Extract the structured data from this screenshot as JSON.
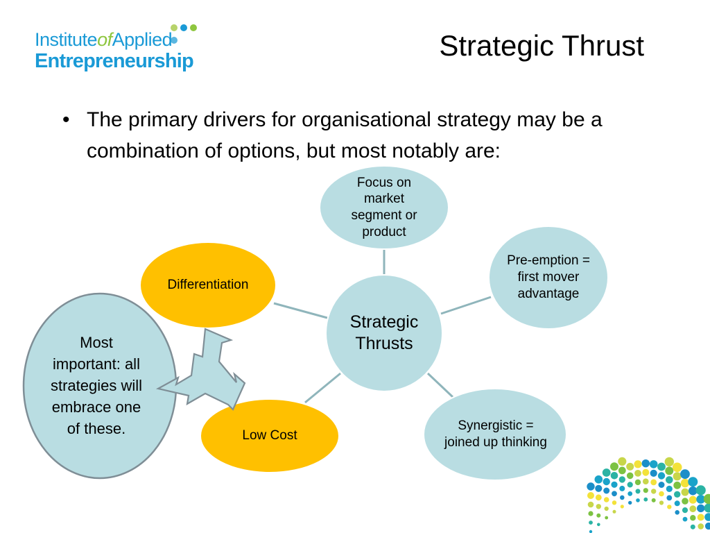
{
  "logo": {
    "line1_a": "Institute",
    "line1_b": "of",
    "line1_c": "Applied",
    "line2": "Entrepreneurship",
    "dot_colors": [
      "#b7d36b",
      "#1a9ad6",
      "#8ec63f",
      "#5ab6e0"
    ]
  },
  "slide": {
    "title": "Strategic Thrust",
    "bullet_marker": "•",
    "bullet": "The primary drivers for organisational strategy may be a combination of options, but most notably are:"
  },
  "diagram": {
    "center": "Strategic Thrusts",
    "focus": "Focus on market segment or product",
    "preemption": "Pre-emption = first mover advantage",
    "synergistic": "Synergistic = joined up thinking",
    "low_cost": "Low Cost",
    "differentiation": "Differentiation",
    "callout": "Most important: all strategies will embrace one of these."
  },
  "colors": {
    "node_fill": "#b9dde2",
    "highlight_fill": "#ffc000",
    "connector": "#8fb5bb",
    "callout_border": "#7f8e96"
  }
}
